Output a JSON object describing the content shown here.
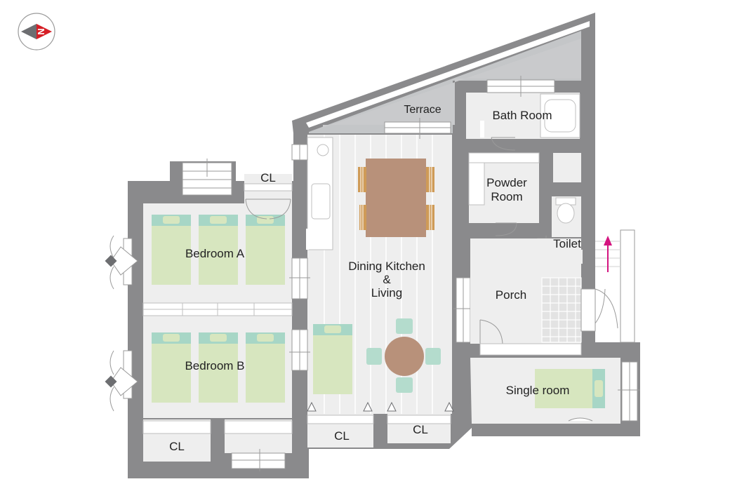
{
  "compass": {
    "letter": "N",
    "icon": "north-compass-icon",
    "colors": {
      "pointer": "#d61f26",
      "tail": "#6d6e71"
    }
  },
  "rooms": {
    "terrace": "Terrace",
    "bath_room": "Bath Room",
    "powder_room": [
      "Powder",
      "Room"
    ],
    "cl_top": "CL",
    "bedroom_a": "Bedroom A",
    "bedroom_b": "Bedroom B",
    "dining_kitchen": [
      "Dining Kitchen",
      "&",
      "Living"
    ],
    "toilet": "Toilet",
    "porch": "Porch",
    "single_room": "Single room",
    "cl_bottom_left": "CL",
    "cl_bottom_mid": "CL",
    "cl_bottom_right": "CL"
  },
  "colors": {
    "wall": "#8a8a8c",
    "floor": "#eeeeee",
    "bed": "#d7e6bf",
    "pillow": "#a7d6c6",
    "table": "#b8917a",
    "chair": "#cf9b57",
    "stool": "#b4dccd",
    "entry_arrow": "#d4147f"
  }
}
